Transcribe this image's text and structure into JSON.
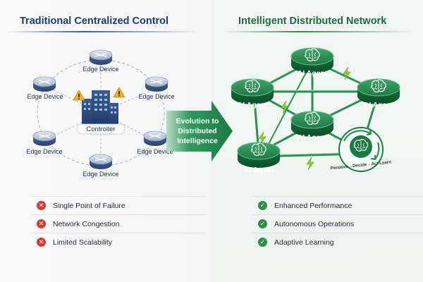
{
  "left_panel": {
    "title": "Traditional Centralized Control",
    "controller_label": "Controller",
    "edge_devices": [
      "Edge Device",
      "Edge Device",
      "Edge Device",
      "Edge Device",
      "Edge Device",
      "Edge Device"
    ],
    "issues": [
      "Single Point of Failure",
      "Network Congestion",
      "Limited Scalability"
    ]
  },
  "transition_arrow": {
    "lines": [
      "Evolution to",
      "Distributed",
      "Intelligence"
    ]
  },
  "right_panel": {
    "title": "Intelligent Distributed Network",
    "agents": [
      "AI Agent",
      "AI Agent",
      "AI Agent",
      "AI Agent",
      "AI Agent"
    ],
    "loop_label": "Perceive→Decide→Act Learn",
    "benefits": [
      "Enhanced Performance",
      "Autonomous Operations",
      "Adaptive Learning"
    ]
  },
  "icons": {
    "device": "router-icon",
    "controller": "building-icon",
    "warning": "warning-icon",
    "agent": "brain-icon",
    "lightning": "lightning-icon",
    "loop": "cycle-arrows-icon",
    "issue_mark": "x-circle-icon",
    "benefit_mark": "check-circle-icon"
  },
  "colors": {
    "left_accent": "#1f3c6b",
    "right_accent": "#1f6b3f",
    "agent_green": "#1e7a45",
    "warning_yellow": "#f2b01e",
    "lightning": "#8bd22b",
    "error_red": "#d23b30",
    "success_green": "#2c8f4a"
  }
}
